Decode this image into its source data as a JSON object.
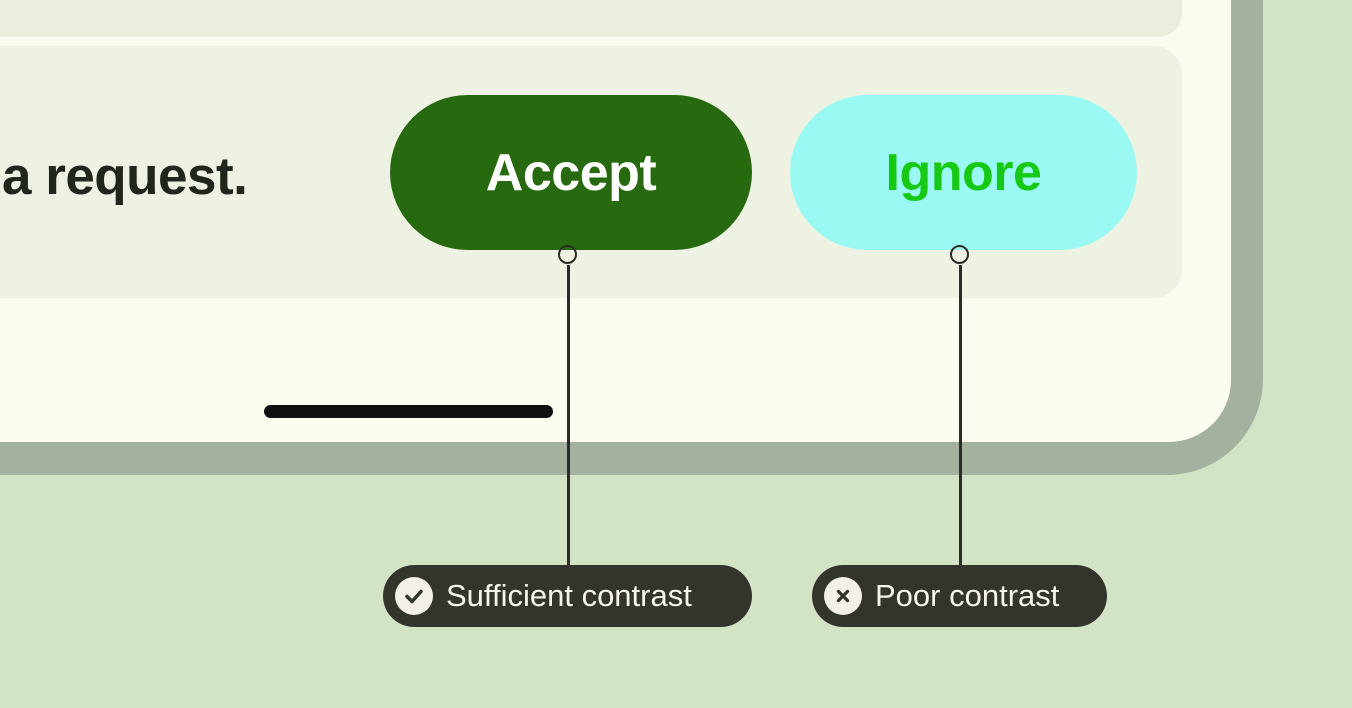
{
  "colors": {
    "page-bg": "#d3e4c6",
    "device-frame": "#a3b19e",
    "device-screen": "#fbfcf0",
    "panel-top": "#e9eedd",
    "panel": "#eef2e3",
    "message-text": "#21261c",
    "accept-bg": "#26690e",
    "accept-fg": "#ffffff",
    "ignore-bg": "#9afaf3",
    "ignore-fg": "#17c914",
    "home-indicator": "#101010",
    "annotation-line": "#2b2c26",
    "pill-bg": "#33352c",
    "pill-fg": "#f6f4ed",
    "pill-icon-bg": "#f2f0e8",
    "pill-icon-fg": "#33352c"
  },
  "notification": {
    "message_fragment": "a request.",
    "actions": [
      {
        "label": "Accept"
      },
      {
        "label": "Ignore"
      }
    ]
  },
  "annotations": [
    {
      "icon": "check-icon",
      "label": "Sufficient contrast"
    },
    {
      "icon": "x-icon",
      "label": "Poor contrast"
    }
  ]
}
